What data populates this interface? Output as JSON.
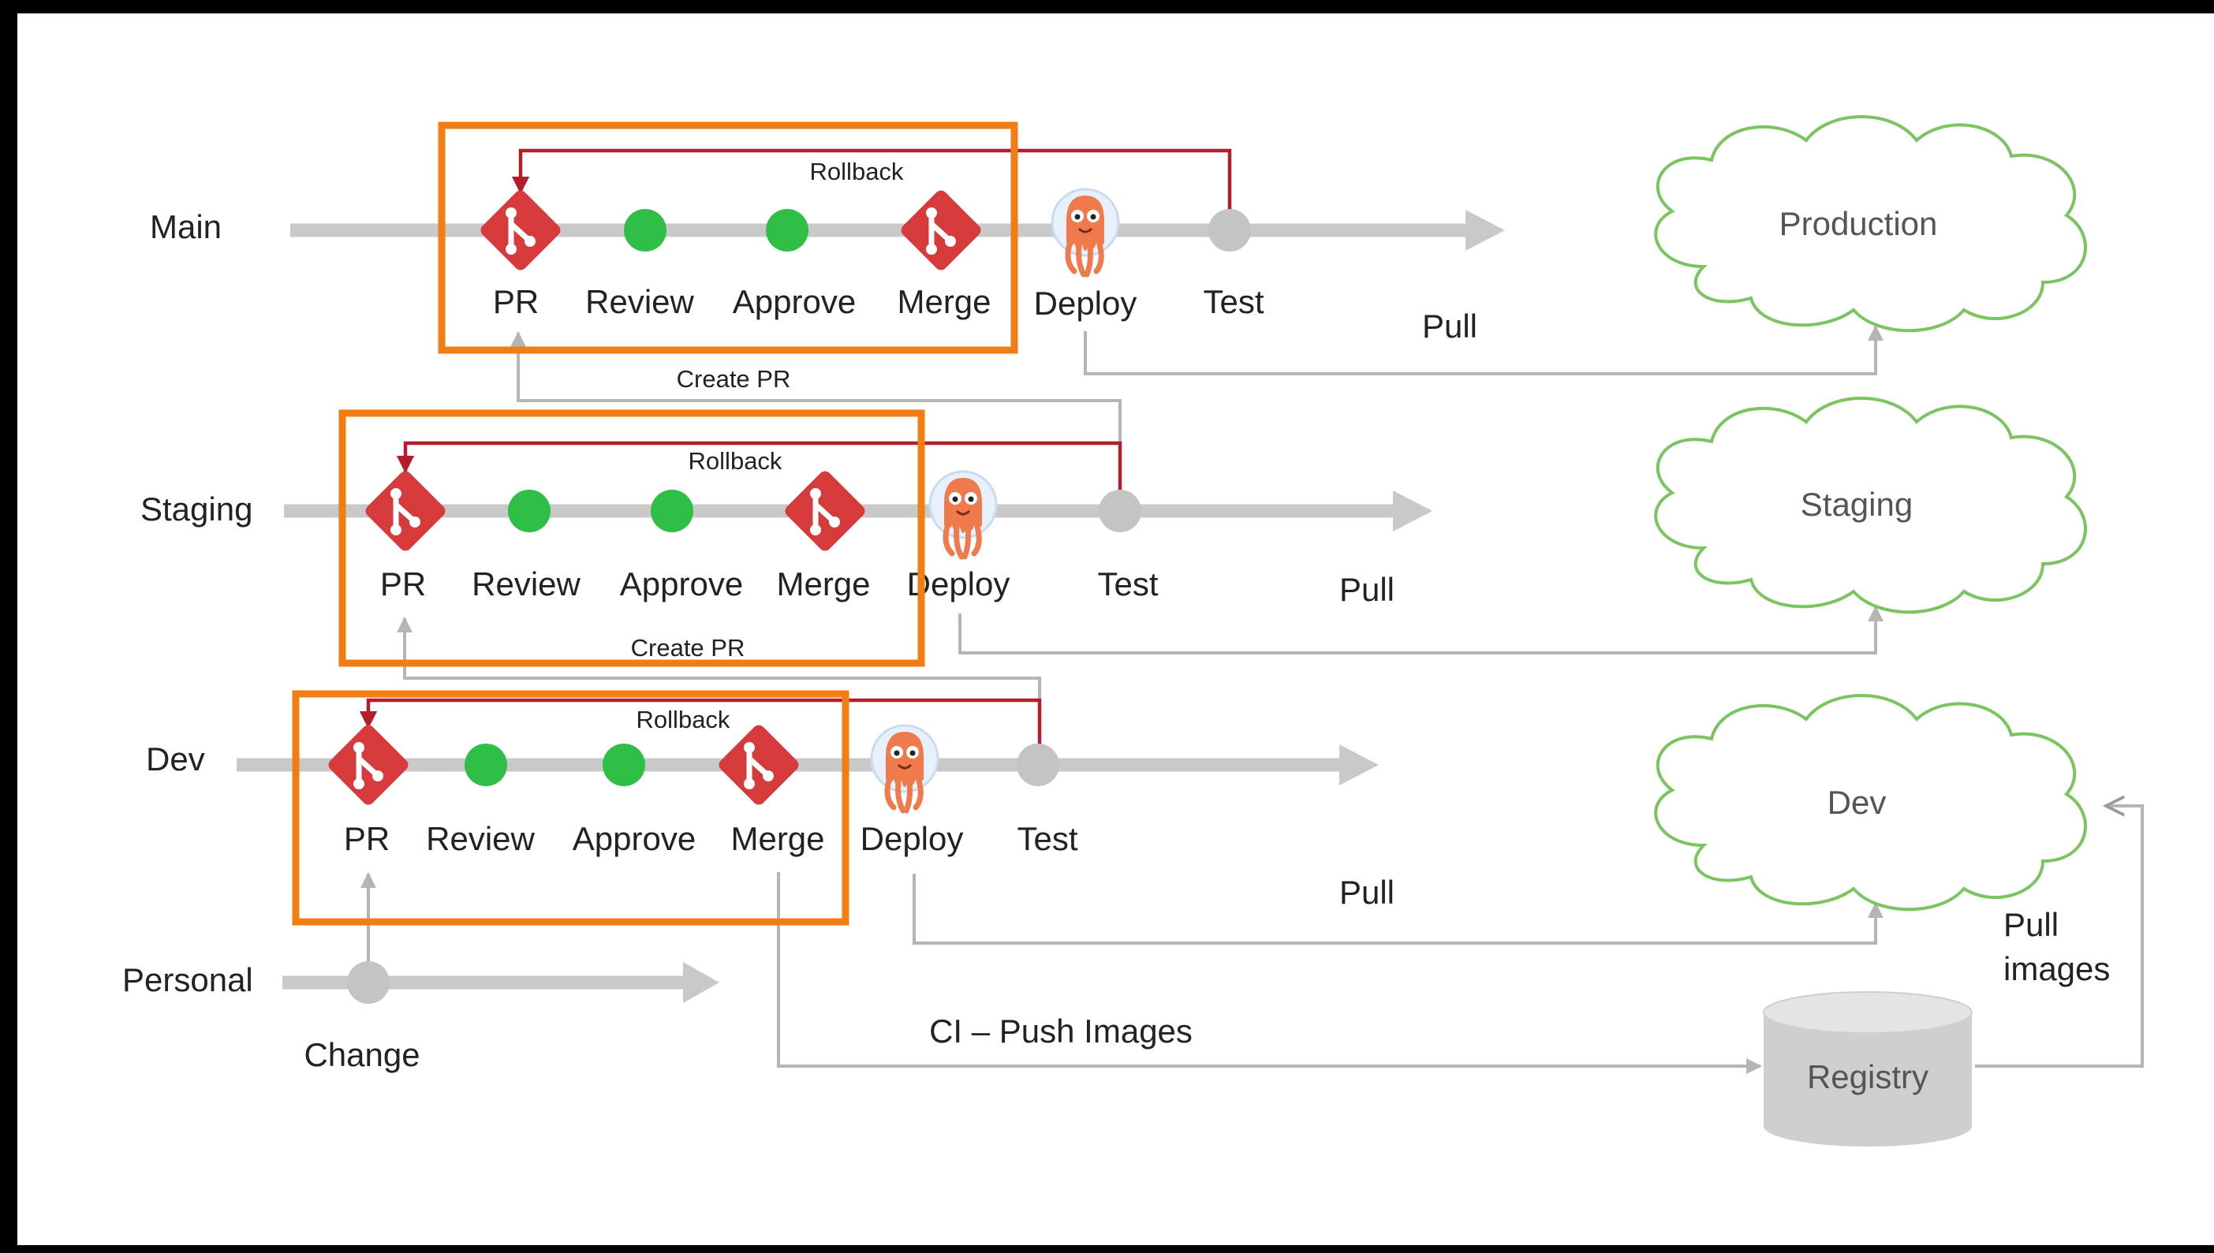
{
  "colors": {
    "frame": "#000000",
    "canvas": "#ffffff",
    "track": "#c9c9c9",
    "highlight_box": "#f27d12",
    "rollback_line": "#b41e2c",
    "git_icon": "#d63a3a",
    "approved_dot": "#2fbf46",
    "test_dot": "#c4c4c4",
    "cloud_outline": "#7ac560",
    "registry": "#cfcfcf"
  },
  "lanes": {
    "main": {
      "label": "Main",
      "steps": {
        "pr": "PR",
        "review": "Review",
        "approve": "Approve",
        "merge": "Merge",
        "deploy": "Deploy",
        "test": "Test"
      },
      "rollback": "Rollback",
      "pull": "Pull"
    },
    "staging": {
      "label": "Staging",
      "steps": {
        "pr": "PR",
        "review": "Review",
        "approve": "Approve",
        "merge": "Merge",
        "deploy": "Deploy",
        "test": "Test"
      },
      "rollback": "Rollback",
      "pull": "Pull"
    },
    "dev": {
      "label": "Dev",
      "steps": {
        "pr": "PR",
        "review": "Review",
        "approve": "Approve",
        "merge": "Merge",
        "deploy": "Deploy",
        "test": "Test"
      },
      "rollback": "Rollback",
      "pull": "Pull"
    },
    "personal": {
      "label": "Personal",
      "change": "Change"
    }
  },
  "connectors": {
    "create_pr_to_main": "Create PR",
    "create_pr_to_staging": "Create PR",
    "ci_push": "CI – Push Images",
    "pull_images_line1": "Pull",
    "pull_images_line2": "images"
  },
  "environments": {
    "production": "Production",
    "staging": "Staging",
    "dev": "Dev"
  },
  "registry": {
    "label": "Registry"
  },
  "icons": {
    "git": "git-merge-icon",
    "argo": "argo-octopus-icon",
    "approved": "green-dot-icon",
    "test": "gray-dot-icon"
  }
}
